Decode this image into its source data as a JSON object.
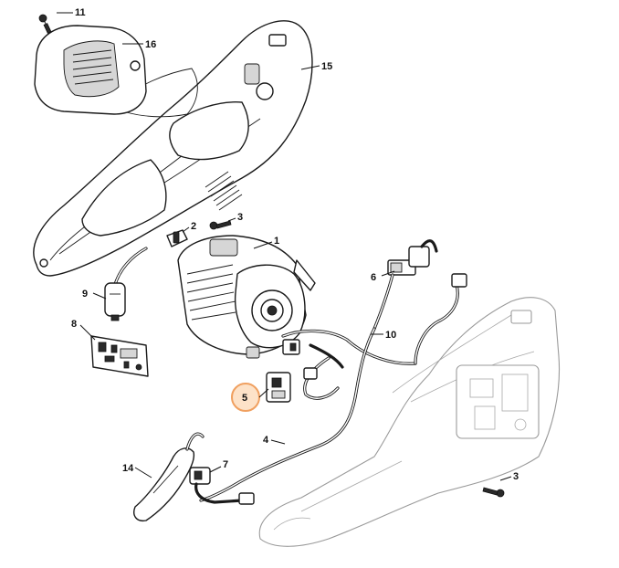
{
  "callouts": [
    {
      "id": "c11",
      "label": "11"
    },
    {
      "id": "c16",
      "label": "16"
    },
    {
      "id": "c15",
      "label": "15"
    },
    {
      "id": "c2",
      "label": "2"
    },
    {
      "id": "c3a",
      "label": "3"
    },
    {
      "id": "c1",
      "label": "1"
    },
    {
      "id": "c6",
      "label": "6"
    },
    {
      "id": "c9",
      "label": "9"
    },
    {
      "id": "c8",
      "label": "8"
    },
    {
      "id": "c10",
      "label": "10"
    },
    {
      "id": "c5",
      "label": "5"
    },
    {
      "id": "c4",
      "label": "4"
    },
    {
      "id": "c14",
      "label": "14"
    },
    {
      "id": "c7",
      "label": "7"
    },
    {
      "id": "c3b",
      "label": "3"
    }
  ],
  "highlight": {
    "label": "5",
    "ring_color": "#f0a060",
    "fill_color": "#fde2c8"
  },
  "colors": {
    "line": "#1a1a1a",
    "ghost": "#9a9a9a"
  }
}
